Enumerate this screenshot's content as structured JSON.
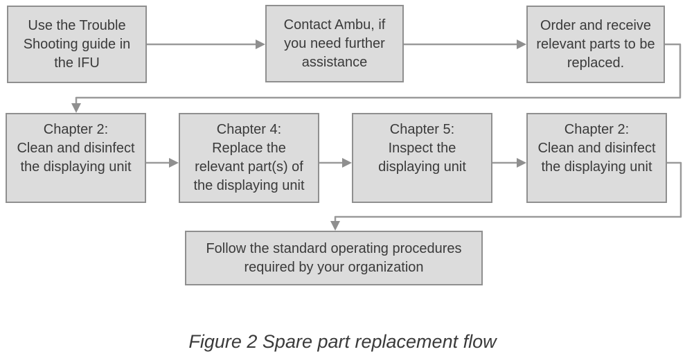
{
  "figure": {
    "caption": "Figure 2 Spare part replacement flow"
  },
  "flowchart": {
    "colors": {
      "box_fill": "#dcdcdc",
      "box_border": "#8f8f8f",
      "connector_line": "#9a9a9a",
      "arrowhead": "#8f8f8f",
      "text": "#3a3a3a"
    },
    "nodes": [
      {
        "id": "troubleshoot",
        "label": "Use the Trouble\nShooting guide in\nthe IFU"
      },
      {
        "id": "contact-ambu",
        "label": "Contact Ambu, if\nyou need further\nassistance"
      },
      {
        "id": "order-parts",
        "label": "Order and receive\nrelevant parts to be\nreplaced."
      },
      {
        "id": "clean-before",
        "label": "Chapter 2:\nClean and disinfect\nthe displaying unit"
      },
      {
        "id": "replace-parts",
        "label": "Chapter 4:\nReplace the\nrelevant part(s) of\nthe displaying unit"
      },
      {
        "id": "inspect-unit",
        "label": "Chapter 5:\nInspect the\ndisplaying unit"
      },
      {
        "id": "clean-after",
        "label": "Chapter 2:\nClean and disinfect\nthe displaying unit"
      },
      {
        "id": "follow-sop",
        "label": "Follow the standard operating procedures\nrequired by your organization"
      }
    ],
    "edges": [
      {
        "from": "troubleshoot",
        "to": "contact-ambu"
      },
      {
        "from": "contact-ambu",
        "to": "order-parts"
      },
      {
        "from": "order-parts",
        "to": "clean-before"
      },
      {
        "from": "clean-before",
        "to": "replace-parts"
      },
      {
        "from": "replace-parts",
        "to": "inspect-unit"
      },
      {
        "from": "inspect-unit",
        "to": "clean-after"
      },
      {
        "from": "clean-after",
        "to": "follow-sop"
      }
    ]
  }
}
